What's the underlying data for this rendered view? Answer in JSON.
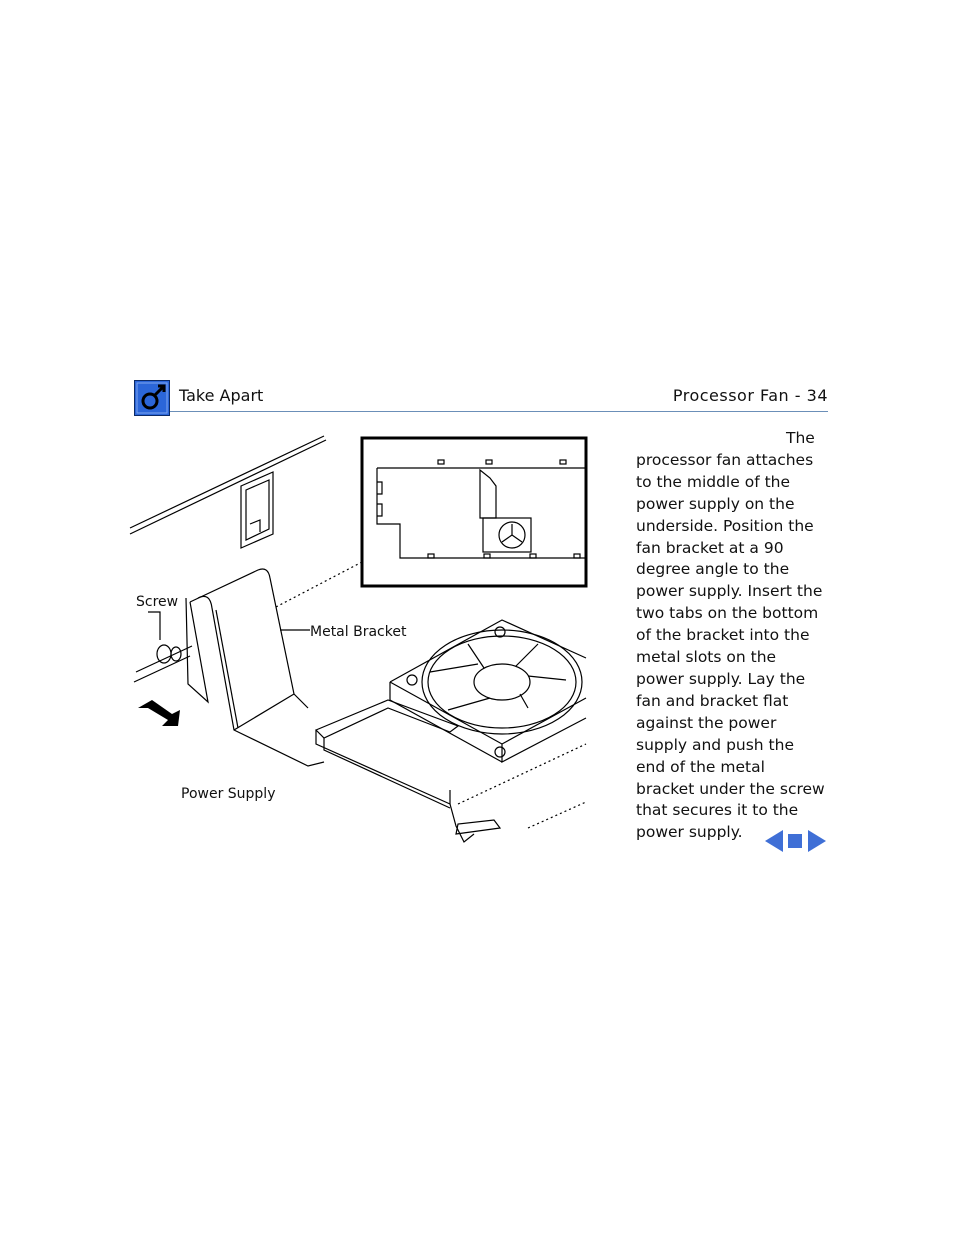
{
  "header": {
    "section": "Take Apart",
    "page_title": "Processor Fan - 34"
  },
  "figure": {
    "labels": {
      "screw": "Screw",
      "metal_bracket": "Metal Bracket",
      "power_supply": "Power Supply"
    }
  },
  "body": {
    "text": "The processor fan attaches to the middle of the power supply on the underside. Position the fan bracket at a 90 degree angle to the power supply. Insert the two tabs on the bottom of the bracket into the metal slots on the power supply. Lay the fan and bracket flat against the power supply and push the end of the metal bracket under the screw that secures it to the power supply."
  },
  "nav": {
    "color": "#3f6fd6",
    "buttons": [
      "previous-page-icon",
      "stop-icon",
      "next-page-icon"
    ]
  }
}
